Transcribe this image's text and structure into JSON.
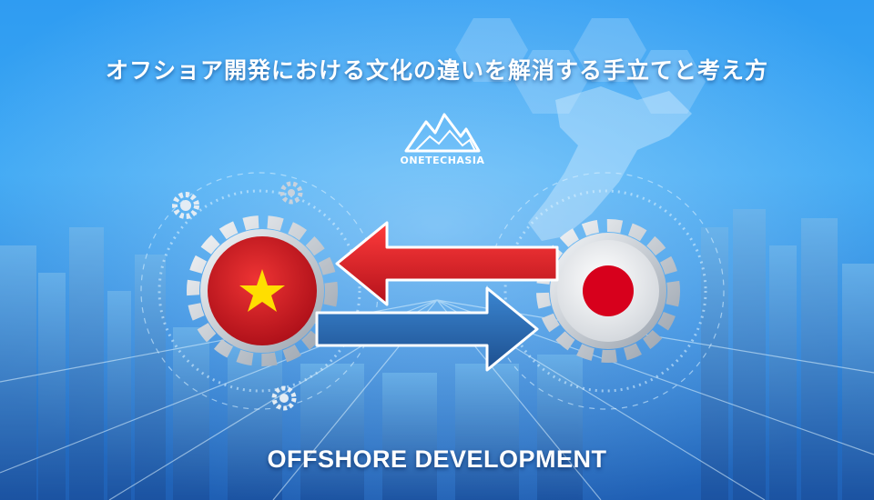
{
  "banner": {
    "headline": "オフショア開発における文化の違いを解消する手立てと考え方",
    "subtitle": "OFFSHORE DEVELOPMENT"
  },
  "logo": {
    "text": "ONETECHASIA"
  },
  "icons": {
    "left_gear": "vietnam-flag-gear-icon",
    "right_gear": "japan-flag-gear-icon",
    "arrow_left": "red-arrow-left-icon",
    "arrow_right": "blue-arrow-right-icon",
    "logo_mark": "mountain-logo-icon"
  },
  "colors": {
    "sky": "#3aa6f3",
    "vietnam_red": "#d81f26",
    "vietnam_star": "#ffde00",
    "japan_red": "#d7001c",
    "arrow_red": "#e0262b",
    "arrow_blue": "#2b6fb8",
    "gear_gray": "#d9dde3"
  }
}
